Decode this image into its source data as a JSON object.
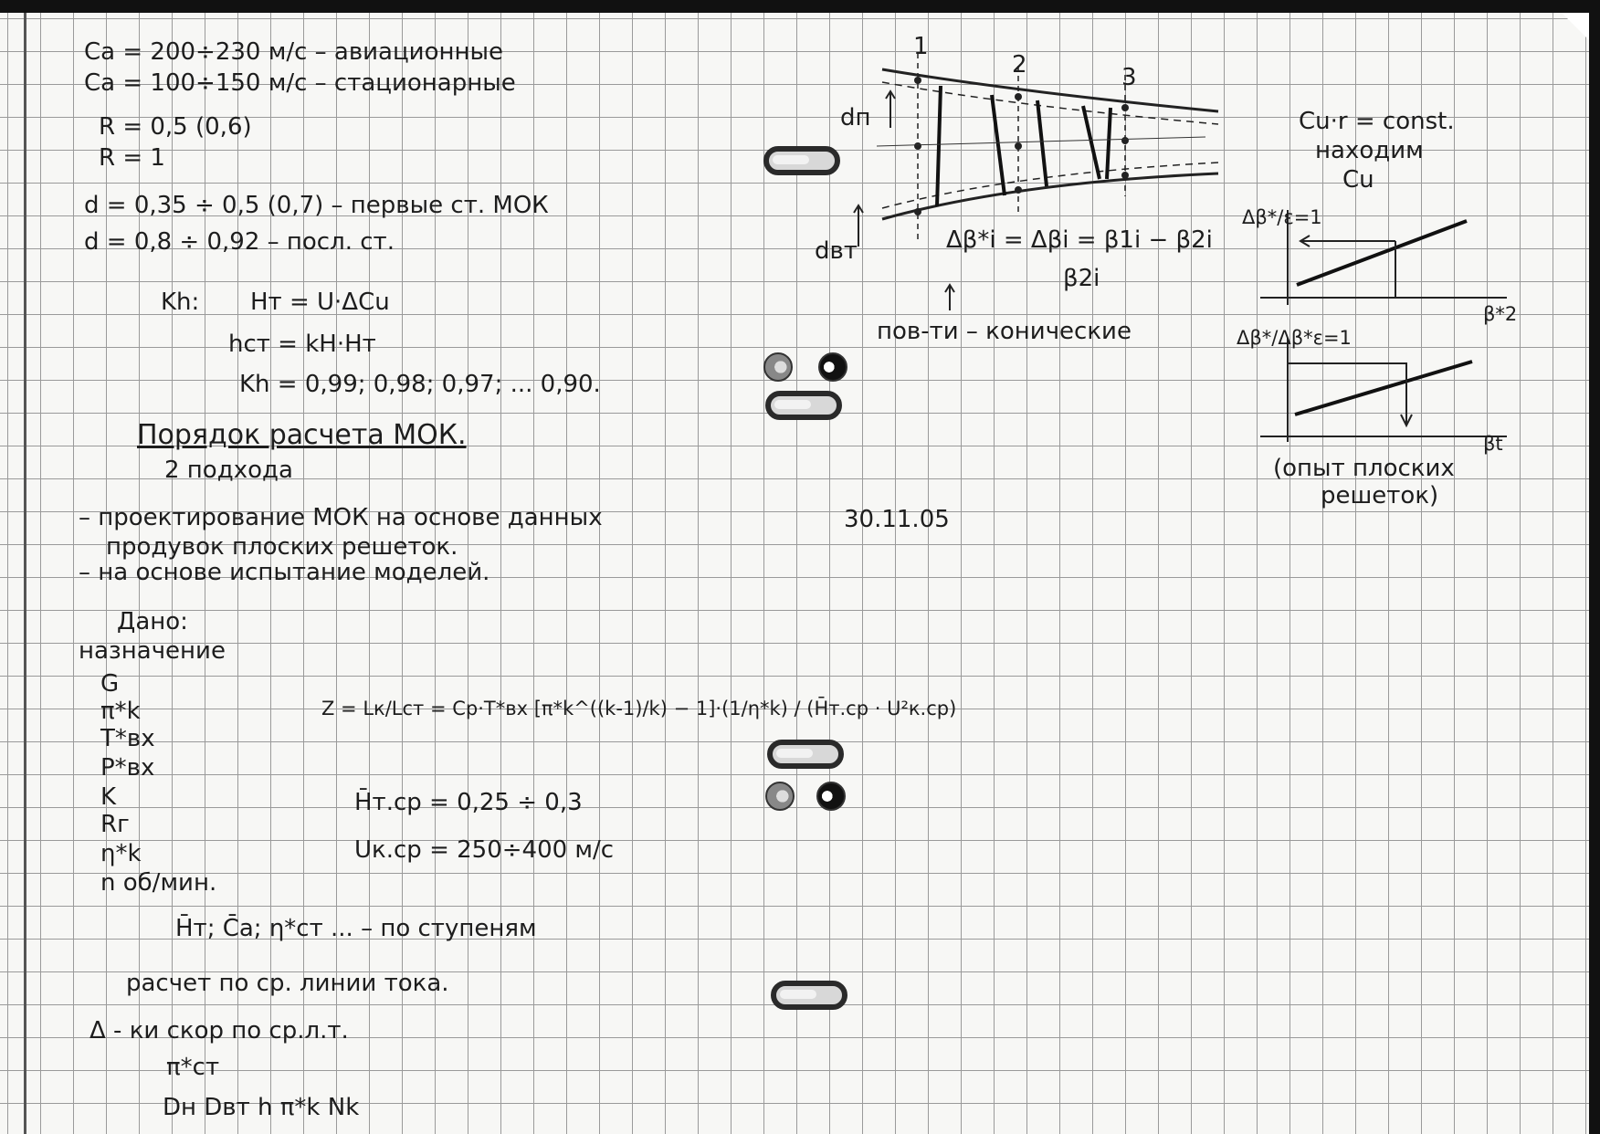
{
  "notes_left": {
    "ca_aviation": "Ca = 200÷230 м/с – авиационные",
    "ca_stationary": "Ca = 100÷150 м/с – стационарные",
    "r1": "R = 0,5 (0,6)",
    "r2": "R = 1",
    "d_first": "d = 0,35 ÷ 0,5 (0,7) – первые ст. МОК",
    "d_last": "d = 0,8 ÷ 0,92 – посл. ст.",
    "kh_label": "Kh:",
    "ht": "Hт = U·ΔCu",
    "hst": "hст = kH·Hт",
    "kh_values": "Kh = 0,99; 0,98; 0,97; ... 0,90.",
    "section_title": "Порядок расчета МОК.",
    "approaches": "2 подхода",
    "approach1_line1": "– проектирование МОК на основе данных",
    "approach1_line2": "продувок плоских решеток.",
    "approach2": "– на основе испытание моделей.",
    "given": "Дано:",
    "designation": "назначение",
    "params": [
      "G",
      "π*k",
      "T*вх",
      "P*вх",
      "K",
      "Rг",
      "η*k",
      "n об/мин."
    ],
    "z_formula": "Z = Lк/Lст = Cp·T*вх [π*k^((k-1)/k) − 1]·(1/η*k) / (H̄т.ср · U²к.ср)",
    "ht_avg": "H̄т.ср = 0,25 ÷ 0,3",
    "uk_avg": "Uк.ср = 250÷400 м/с",
    "per_stage": "H̄т; C̄a; η*ст ... – по ступеням",
    "mean_line": "расчет по ср. линии тока.",
    "velocity_triangles": "Δ - ки скор по ср.л.т.",
    "pi_st": "π*ст",
    "outputs": "Dн  Dвт  h  π*k  Nk"
  },
  "notes_right": {
    "date": "30.11.05",
    "station_labels": [
      "1",
      "2",
      "3"
    ],
    "d_hub": "dвт",
    "d_tip": "dп",
    "delta_beta": "Δβ*i = Δβi = β1i − β2i",
    "beta_2i": "β2i",
    "conical": "пов-ти – конические",
    "cu_const": "Cu·r = const.",
    "find": "находим",
    "cu": "Cu",
    "graph1_ylabel": "Δβ*/ε=1",
    "graph1_xlabel": "β*2",
    "graph2_ylabel": "Δβ*/Δβ*ε=1",
    "graph2_xlabel": "βt",
    "grid_data": "(опыт плоских",
    "grid_data2": "решеток)"
  }
}
